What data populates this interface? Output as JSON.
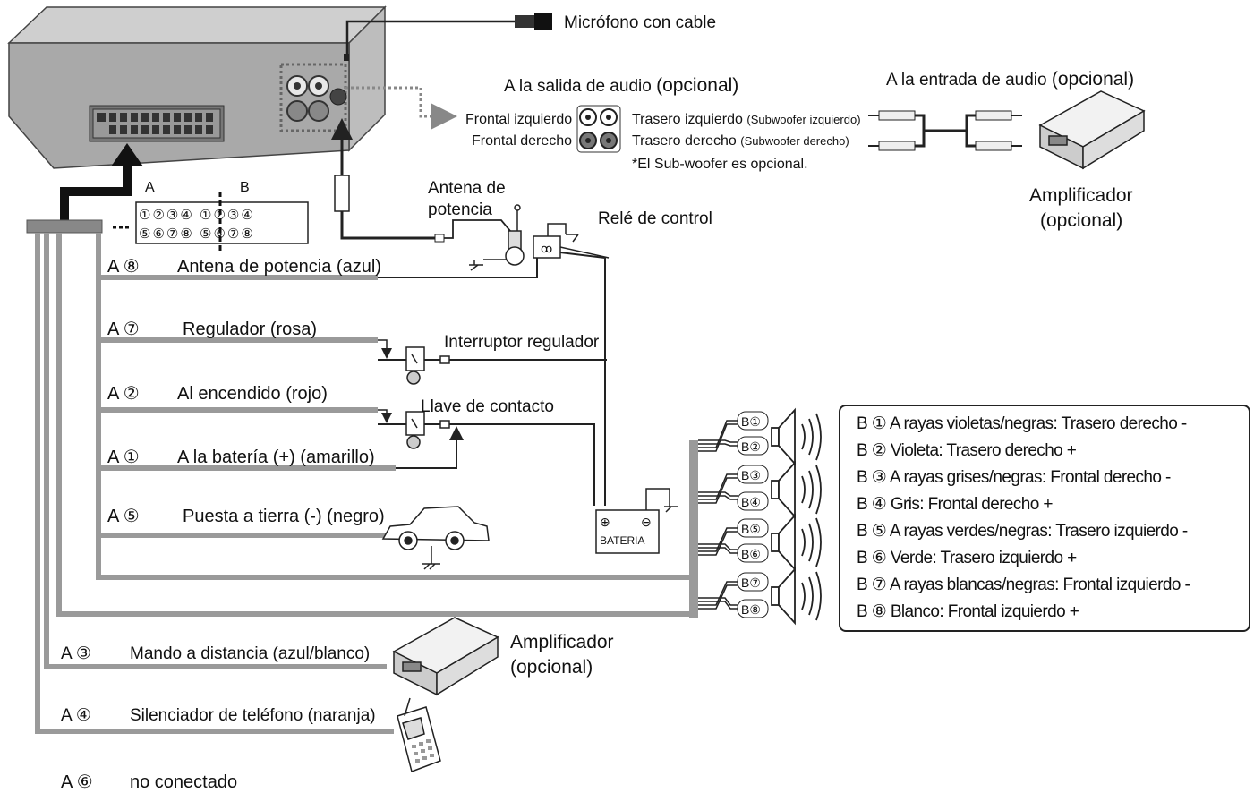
{
  "top": {
    "mic_label": "Micrófono con cable",
    "audio_out_title": "A la salida de audio",
    "audio_out_opt": "(opcional)",
    "audio_in_title": "A la entrada de audio",
    "audio_in_opt": "(opcional)",
    "front_left": "Frontal izquierdo",
    "front_right": "Frontal derecho",
    "rear_left_a": "Trasero izquierdo",
    "rear_left_b": "(Subwoofer izquierdo)",
    "rear_right_a": "Trasero derecho",
    "rear_right_b": "(Subwoofer derecho)",
    "sub_note": "*El Sub-woofer es opcional.",
    "amp_top_1": "Amplificador",
    "amp_top_2": "(opcional)",
    "connector_a": "A",
    "connector_b": "B",
    "pins_top": [
      "①",
      "②",
      "③",
      "④",
      "①",
      "②",
      "③",
      "④"
    ],
    "pins_bottom": [
      "⑤",
      "⑥",
      "⑦",
      "⑧",
      "⑤",
      "⑥",
      "⑦",
      "⑧"
    ],
    "antenna_1": "Antena de",
    "antenna_2": "potencia",
    "relay": "Relé de control"
  },
  "wires": [
    {
      "id": "A ⑧",
      "label": "Antena de potencia (azul)"
    },
    {
      "id": "A ⑦",
      "label": "Regulador (rosa)"
    },
    {
      "id": "A ②",
      "label": "Al encendido (rojo)"
    },
    {
      "id": "A ①",
      "label": "A la batería (+) (amarillo)"
    },
    {
      "id": "A ⑤",
      "label": "Puesta a tierra (-) (negro)"
    },
    {
      "id": "A ③",
      "label": "Mando a distancia (azul/blanco)"
    },
    {
      "id": "A ④",
      "label": "Silenciador de teléfono (naranja)"
    },
    {
      "id": "A ⑥",
      "label": "no conectado"
    }
  ],
  "switches": {
    "dimmer": "Interruptor regulador",
    "ignition": "Llave de contacto"
  },
  "battery": {
    "label": "BATERIA",
    "plus": "⊕",
    "minus": "⊖"
  },
  "amp_bottom": {
    "line1": "Amplificador",
    "line2": "(opcional)"
  },
  "speaker_tags": [
    "B①",
    "B②",
    "B③",
    "B④",
    "B⑤",
    "B⑥",
    "B⑦",
    "B⑧"
  ],
  "legend": [
    "B ① A rayas violetas/negras: Trasero derecho -",
    "B ② Violeta: Trasero derecho +",
    "B ③ A rayas grises/negras: Frontal derecho -",
    "B ④ Gris: Frontal derecho +",
    "B ⑤ A rayas verdes/negras: Trasero izquierdo -",
    "B ⑥ Verde: Trasero izquierdo +",
    "B ⑦ A rayas blancas/negras: Frontal izquierdo -",
    "B ⑧ Blanco: Frontal izquierdo +"
  ]
}
